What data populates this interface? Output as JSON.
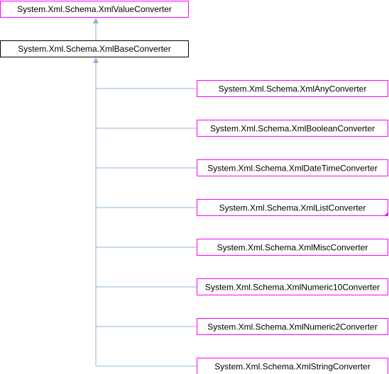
{
  "colors": {
    "derived_border": "#ff00ff",
    "focus_border": "#000000",
    "edge": "#8fb4d6"
  },
  "nodes": {
    "value_converter": "System.Xml.Schema.XmlValueConverter",
    "base_converter": "System.Xml.Schema.XmlBaseConverter",
    "derived": [
      "System.Xml.Schema.XmlAnyConverter",
      "System.Xml.Schema.XmlBooleanConverter",
      "System.Xml.Schema.XmlDateTimeConverter",
      "System.Xml.Schema.XmlListConverter",
      "System.Xml.Schema.XmlMiscConverter",
      "System.Xml.Schema.XmlNumeric10Converter",
      "System.Xml.Schema.XmlNumeric2Converter",
      "System.Xml.Schema.XmlStringConverter"
    ]
  }
}
